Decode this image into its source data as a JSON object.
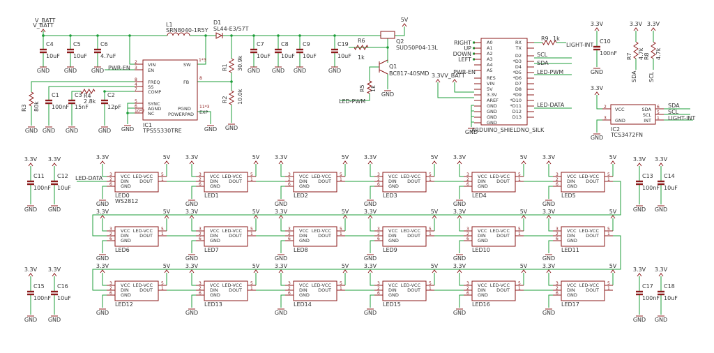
{
  "nets": {
    "v_batt": "V_BATT",
    "v5": "5V",
    "v33": "3.3V",
    "gnd": "GND",
    "pwr_en": "PWR-EN",
    "led_pwm": "LED-PWM",
    "led_data": "LED-DATA",
    "light_int": "LIGHT-INT",
    "sda": "SDA",
    "scl": "SCL",
    "right": "RIGHT",
    "up": "UP",
    "down": "DOWN",
    "left": "LEFT"
  },
  "top_caps": [
    {
      "ref": "C4",
      "value": "10uF"
    },
    {
      "ref": "C5",
      "value": "10uF"
    },
    {
      "ref": "C6",
      "value": "4.7uF"
    },
    {
      "ref": "C7",
      "value": "10uF"
    },
    {
      "ref": "C8",
      "value": "10uF"
    },
    {
      "ref": "C9",
      "value": "10uF"
    },
    {
      "ref": "C19",
      "value": "10uF"
    }
  ],
  "inductor": {
    "ref": "L1",
    "value": "SRN8040-1R5Y"
  },
  "diode": {
    "ref": "D1",
    "value": "SL44-E3/57T"
  },
  "q2": {
    "ref": "Q2",
    "value": "SUD50P04-13L"
  },
  "q1": {
    "ref": "Q1",
    "value": "BC817-40SMD"
  },
  "r6": {
    "ref": "R6",
    "value": "1k"
  },
  "r5": {
    "ref": "R5",
    "value": "1k"
  },
  "r1": {
    "ref": "R1",
    "value": "30.9k"
  },
  "r2": {
    "ref": "R2",
    "value": "10.0k"
  },
  "r3": {
    "ref": "R3",
    "value": "80k"
  },
  "r4": {
    "ref": "R4",
    "value": "2.8k"
  },
  "c1": {
    "ref": "C1",
    "value": "100nF"
  },
  "c3": {
    "ref": "C3",
    "value": "15nF"
  },
  "c2": {
    "ref": "C2",
    "value": "12pF"
  },
  "ic1": {
    "ref": "IC1",
    "value": "TPS55330TRE",
    "pins_left": [
      "VIN",
      "EN",
      "FREQ",
      "SS",
      "COMP",
      "SYNC",
      "AGND",
      "NC"
    ],
    "pin_nums_left": [
      "2",
      "3",
      "8",
      "4",
      "7",
      "5",
      "6",
      "10*2"
    ],
    "pin_sw": "SW",
    "pin_fb": "FB",
    "pin_pgnd": "PGND",
    "pin_powerpad": "POWERPAD",
    "pin_exp": "EXP",
    "num_sw": "1*3",
    "num_fb": "8",
    "num_pgnd": "11*3"
  },
  "arduino": {
    "ref": "ARDUINO_SHIELDNO_SILK",
    "left_pins": [
      "A0",
      "A1",
      "A2",
      "A3",
      "A4",
      "A5",
      "RES",
      "VIN",
      "5V",
      "3.3V",
      "AREF",
      "GND",
      "GND",
      "GND",
      "GND"
    ],
    "right_pins": [
      "RX",
      "TX",
      "D2",
      "*D3",
      "D4",
      "*D5",
      "*D6",
      "D7",
      "D8",
      "*D9",
      "*D10",
      "*D11",
      "D12",
      "D13"
    ]
  },
  "r9": {
    "ref": "R9",
    "value": "1k"
  },
  "c10": {
    "ref": "C10",
    "value": "100nF"
  },
  "r7": {
    "ref": "R7",
    "value": "4.7k"
  },
  "r8": {
    "ref": "R8",
    "value": "4.7k"
  },
  "ic2": {
    "ref": "IC2",
    "value": "TCS3472FN",
    "pins_left": [
      "VCC",
      "GND"
    ],
    "pins_right": [
      "SDA",
      "SCL",
      "INT"
    ],
    "nums_left": [
      "2",
      "3"
    ],
    "nums_right": [
      "6",
      "5",
      "1"
    ]
  },
  "led_cell": {
    "pins": [
      "VCC",
      "LED-VCC",
      "DIN",
      "DOUT",
      "GND"
    ],
    "nums": [
      "3",
      "5",
      "2",
      "1",
      "6"
    ],
    "part": "WS2812"
  },
  "led_rows": [
    [
      "LED0",
      "LED1",
      "LED2",
      "LED3",
      "LED4",
      "LED5"
    ],
    [
      "LED6",
      "LED7",
      "LED8",
      "LED9",
      "LED10",
      "LED11"
    ],
    [
      "LED12",
      "LED13",
      "LED14",
      "LED15",
      "LED16",
      "LED17"
    ]
  ],
  "decoupling": [
    {
      "ref": "C11",
      "value": "100nF"
    },
    {
      "ref": "C12",
      "value": "10uF"
    },
    {
      "ref": "C13",
      "value": "100nF"
    },
    {
      "ref": "C14",
      "value": "10uF"
    },
    {
      "ref": "C15",
      "value": "100nF"
    },
    {
      "ref": "C16",
      "value": "10uF"
    },
    {
      "ref": "C17",
      "value": "100nF"
    },
    {
      "ref": "C18",
      "value": "10uF"
    }
  ]
}
